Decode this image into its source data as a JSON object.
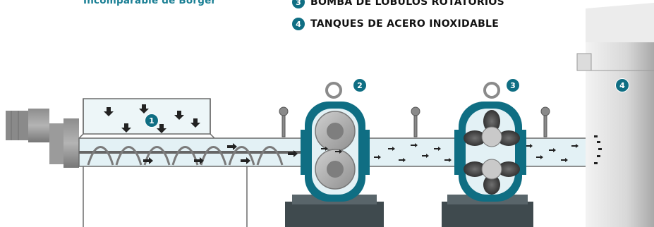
{
  "header": {
    "subtitle": "Incomparable de Börger"
  },
  "legend": [
    {
      "number": "3",
      "label": "BOMBA DE LÓBULOS ROTATORIOS"
    },
    {
      "number": "4",
      "label": "TANQUES DE ACERO INOXIDABLE"
    }
  ],
  "markers": [
    {
      "number": "1"
    },
    {
      "number": "2"
    },
    {
      "number": "3"
    },
    {
      "number": "4"
    }
  ],
  "colors": {
    "accent": "#0f6e83",
    "pipe_fill": "#e3f1f5",
    "machine_gray": "#9a9a9a"
  }
}
